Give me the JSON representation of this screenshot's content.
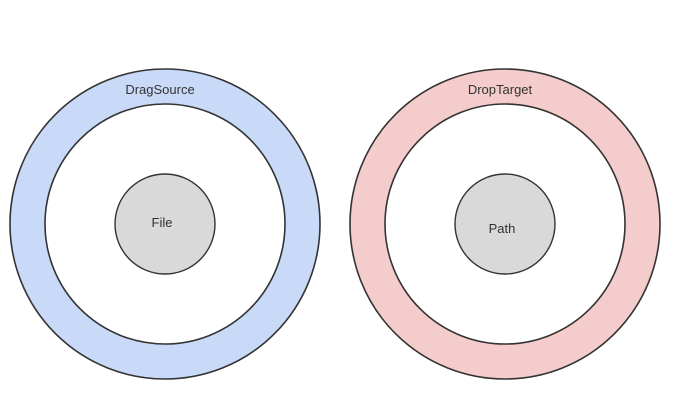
{
  "diagram": {
    "nodes": [
      {
        "id": "drag-source",
        "label": "DragSource",
        "fill": "#c9daf8",
        "contains": {
          "label": "File",
          "fill": "#d9d9d9"
        }
      },
      {
        "id": "drop-target",
        "label": "DropTarget",
        "fill": "#f4cccc",
        "contains": {
          "label": "Path",
          "fill": "#d9d9d9"
        }
      }
    ],
    "colors": {
      "stroke": "#333333",
      "inner_ring": "#ffffff"
    }
  }
}
